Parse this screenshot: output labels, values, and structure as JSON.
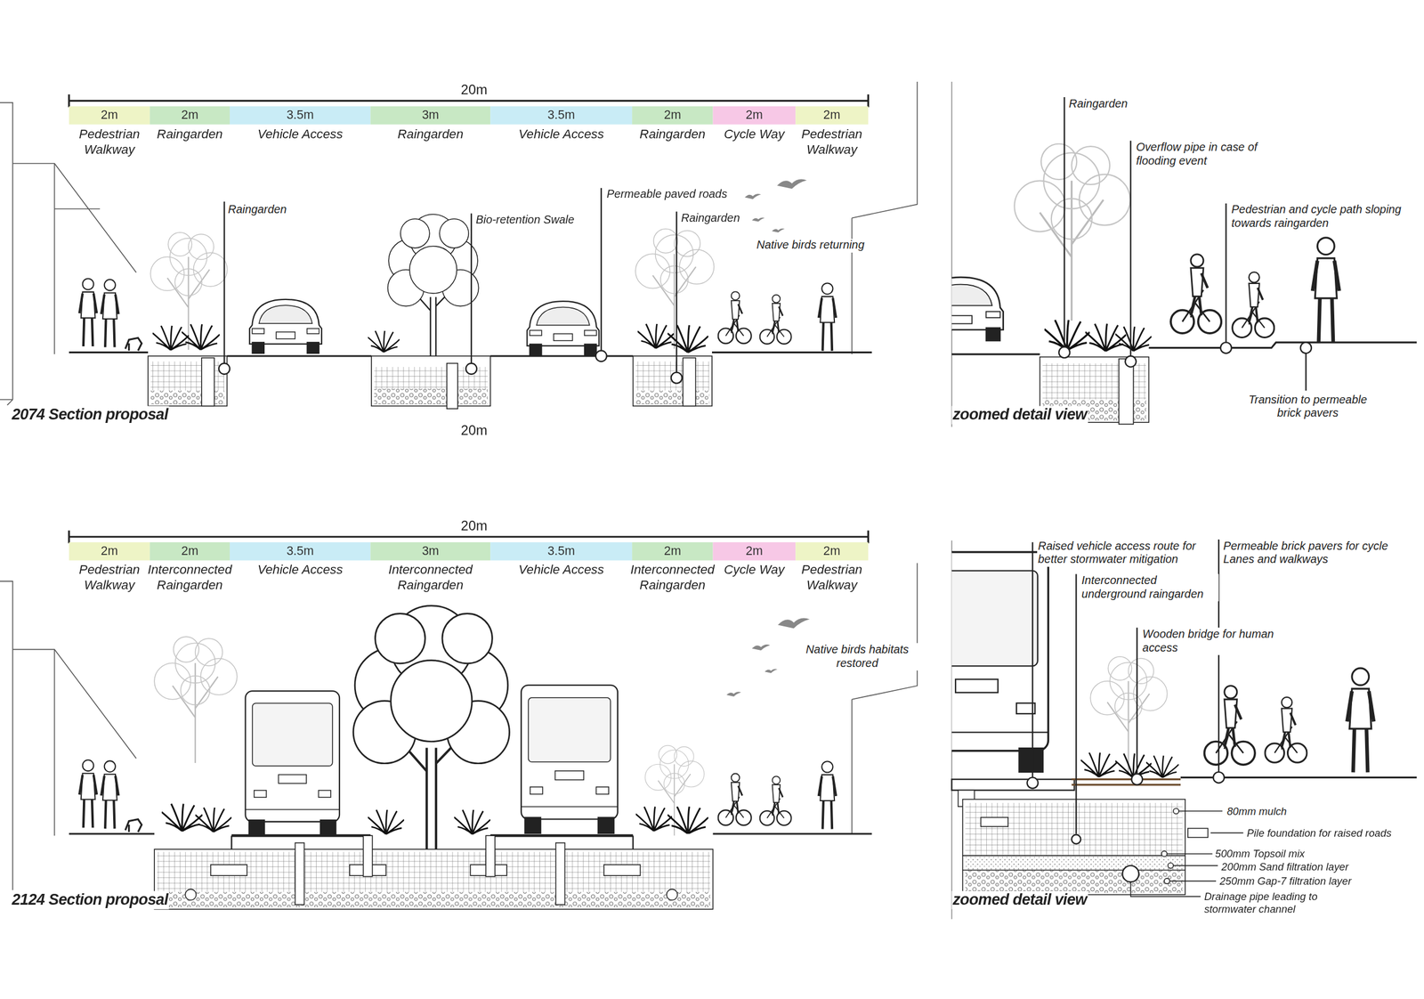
{
  "diagram": {
    "nodes": [
      {
        "text": [
          "2m",
          "Pedestrian Walkway"
        ]
      },
      {
        "text": [
          "2m",
          "Raingarden"
        ]
      },
      {
        "text": [
          "3.5m",
          "Vehicle Access"
        ]
      },
      {
        "text": [
          "3m",
          "Raingarden"
        ]
      },
      {
        "text": [
          "3.5m",
          "Vehicle Access"
        ]
      },
      {
        "text": [
          "2m",
          "Raingarden"
        ]
      },
      {
        "text": [
          "2m",
          "Cycle Way"
        ]
      },
      {
        "text": [
          "2m",
          "Pedestrian Walkway"
        ]
      },
      {
        "text": [
          "2m",
          "Pedestrian Walkway"
        ]
      },
      {
        "text": [
          "2m",
          "Interconnected Raingarden"
        ]
      },
      {
        "text": [
          "3.5m",
          "Vehicle Access"
        ]
      },
      {
        "text": [
          "3m",
          "Interconnected Raingarden"
        ]
      },
      {
        "text": [
          "3.5m",
          "Vehicle Access"
        ]
      },
      {
        "text": [
          "2m",
          "Interconnected Raingarden"
        ]
      },
      {
        "text": [
          "2m",
          "Cycle Way"
        ]
      },
      {
        "text": [
          "2m",
          "Pedestrian Walkway"
        ]
      }
    ],
    "labels": [
      "20m",
      "Raingarden",
      "Bio-retention Swale",
      "Permeable paved roads",
      "Raingarden",
      "Native birds returning",
      "2074 Section proposal",
      "20m",
      "Raingarden",
      "Overflow pipe in case of flooding event",
      "Pedestrian and cycle path sloping towards raingarden",
      "Transition to permeable brick pavers",
      "zoomed detail view",
      "20m",
      "Native birds habitats restored",
      "2124 Section proposal",
      "Raised vehicle access route for better stormwater mitigation",
      "Interconnected underground raingarden",
      "Wooden bridge for human access",
      "Permeable brick pavers for cycle Lanes and walkways",
      "80mm mulch",
      "Pile foundation for raised roads",
      "500mm Topsoil mix",
      "200mm Sand filtration layer",
      "250mm Gap-7 filtration layer",
      "Drainage pipe leading to stormwater channel",
      "zoomed detail view"
    ]
  }
}
